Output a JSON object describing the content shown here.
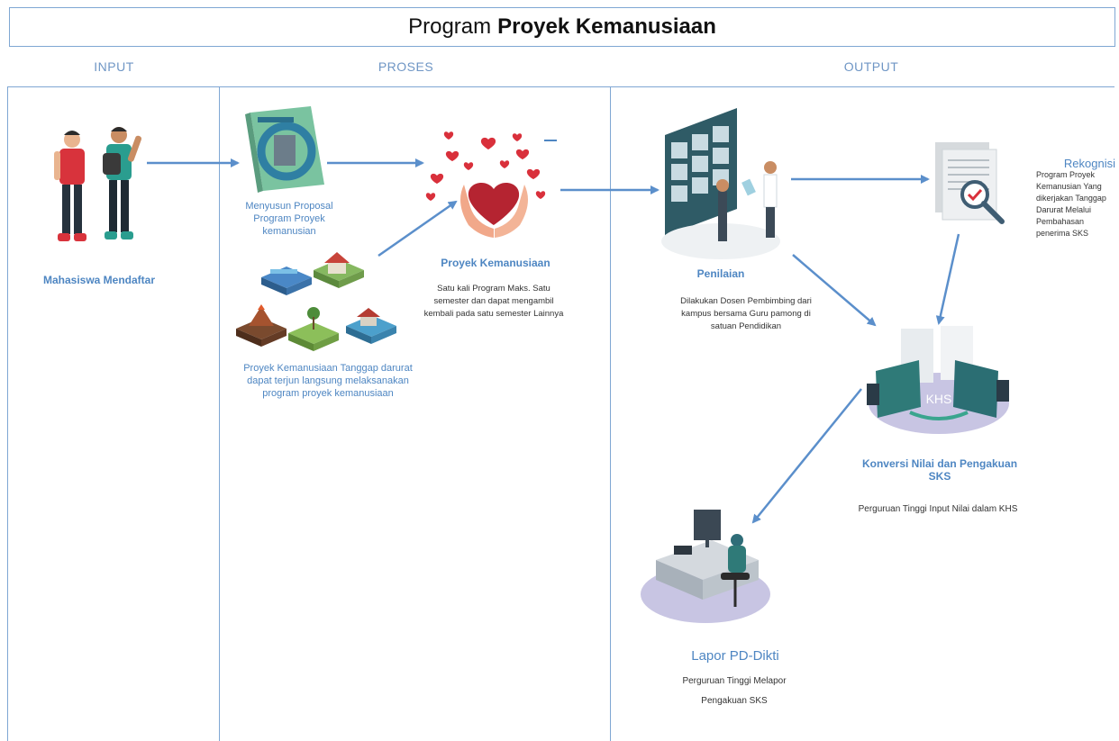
{
  "title": {
    "part1": "Program",
    "part2": "Proyek Kemanusiaan"
  },
  "columns": {
    "input": "INPUT",
    "process": "PROSES",
    "output": "OUTPUT"
  },
  "nodes": {
    "student": {
      "label": "Mahasiswa Mendaftar"
    },
    "proposal": {
      "label": "Menyusun Proposal Program Proyek kemanusian"
    },
    "disaster": {
      "label": "Proyek Kemanusiaan Tanggap darurat dapat terjun langsung melaksanakan program proyek kemanusiaan"
    },
    "project": {
      "label": "Proyek Kemanusiaan",
      "desc": "Satu kali Program Maks. Satu semester dan dapat mengambil kembali pada satu semester Lainnya"
    },
    "assessment": {
      "label": "Penilaian",
      "desc": "Dilakukan Dosen Pembimbing dari kampus bersama Guru pamong di satuan Pendidikan"
    },
    "recognition": {
      "label": "Rekognisi",
      "desc": "Program Proyek Kemanusian Yang dikerjakan Tanggap Darurat Melalui Pembahasan penerima SKS"
    },
    "conversion": {
      "label": "Konversi Nilai dan Pengakuan SKS",
      "desc": "Perguruan Tinggi Input Nilai dalam KHS",
      "icon_text": "KHS"
    },
    "report": {
      "label": "Lapor PD-Dikti",
      "desc": "Perguruan Tinggi Melapor Pengakuan SKS"
    }
  },
  "colors": {
    "accent": "#4e86c2",
    "border": "#7fa7d3",
    "heart": "#d9303b"
  }
}
